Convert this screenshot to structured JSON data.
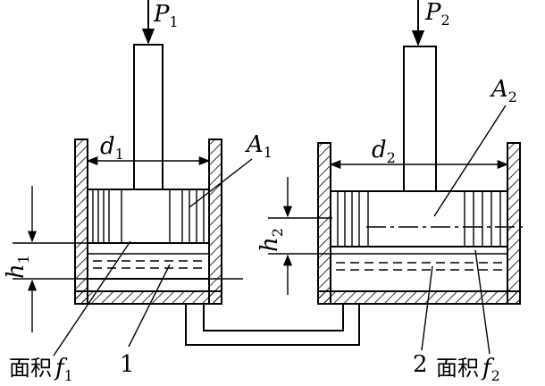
{
  "labels": {
    "force_left": {
      "main": "P",
      "sub": "1"
    },
    "force_right": {
      "main": "P",
      "sub": "2"
    },
    "diameter_left": {
      "main": "d",
      "sub": "1"
    },
    "diameter_right": {
      "main": "d",
      "sub": "2"
    },
    "area_left": {
      "main": "A",
      "sub": "1"
    },
    "area_right": {
      "main": "A",
      "sub": "2"
    },
    "height_left": {
      "main": "h",
      "sub": "1"
    },
    "height_right": {
      "main": "h",
      "sub": "2"
    },
    "face_area_left": {
      "text": "面积",
      "main": "f",
      "sub": "1"
    },
    "face_area_right": {
      "text": "面积",
      "main": "f",
      "sub": "2"
    },
    "part_1": "1",
    "part_2": "2"
  }
}
